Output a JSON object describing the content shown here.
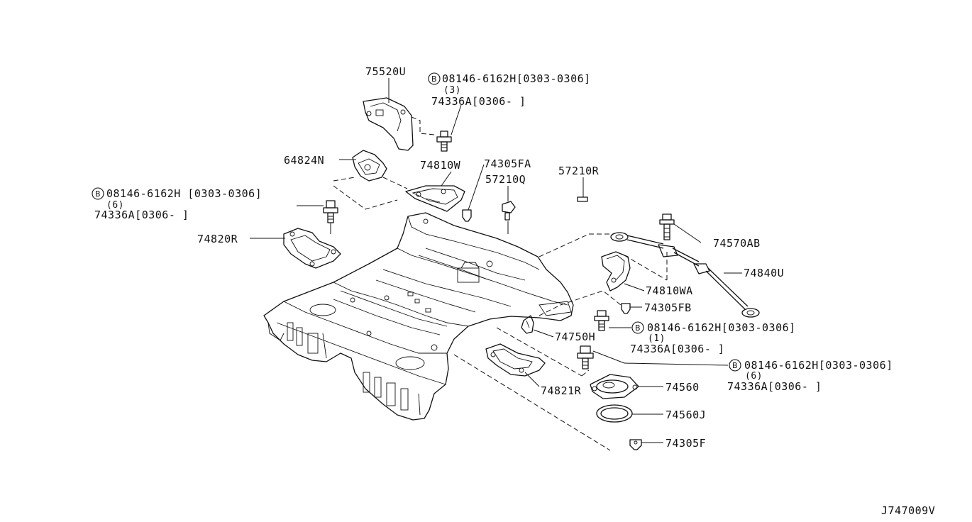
{
  "diagram_id": "J747009V",
  "labels": {
    "p75520U": "75520U",
    "bolt_top_code": "08146-6162H[0303-0306]",
    "bolt_top_qty": "(3)",
    "bolt_top_alt": "74336A[0306-      ]",
    "p64824N": "64824N",
    "p74810W": "74810W",
    "p74305FA": "74305FA",
    "p57210Q": "57210Q",
    "p57210R": "57210R",
    "bolt_left_code": "08146-6162H [0303-0306]",
    "bolt_left_qty": "(6)",
    "bolt_left_alt": "74336A[0306-      ]",
    "p74820R": "74820R",
    "p74570AB": "74570AB",
    "p74840U": "74840U",
    "p74810WA": "74810WA",
    "p74305FB": "74305FB",
    "bolt_mid_code": "08146-6162H[0303-0306]",
    "bolt_mid_qty": "(1)",
    "p74750H": "74750H",
    "bolt_mid_alt": "74336A[0306-      ]",
    "bolt_right_code": "08146-6162H[0303-0306]",
    "bolt_right_qty": "(6)",
    "bolt_right_alt": "74336A[0306-      ]",
    "p74560": "74560",
    "p74821R": "74821R",
    "p74560J": "74560J",
    "p74305F": "74305F"
  },
  "bolt_symbol_letter": "B"
}
